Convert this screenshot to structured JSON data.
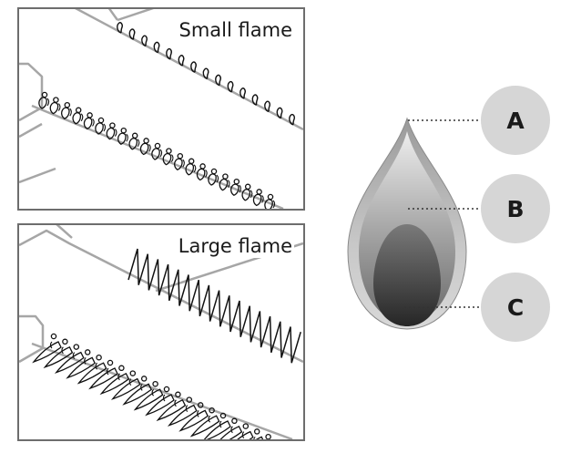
{
  "panels": {
    "small": {
      "title": "Small flame"
    },
    "large": {
      "title": "Large flame"
    }
  },
  "flame": {
    "markers": [
      {
        "label": "A"
      },
      {
        "label": "B"
      },
      {
        "label": "C"
      }
    ]
  },
  "colors": {
    "marker_bg": "#d6d6d6",
    "panel_border": "#6d6d6d",
    "line_gray": "#a6a6a6",
    "flame_dark": "#2e2e2e",
    "flame_light": "#d9d9d9"
  }
}
